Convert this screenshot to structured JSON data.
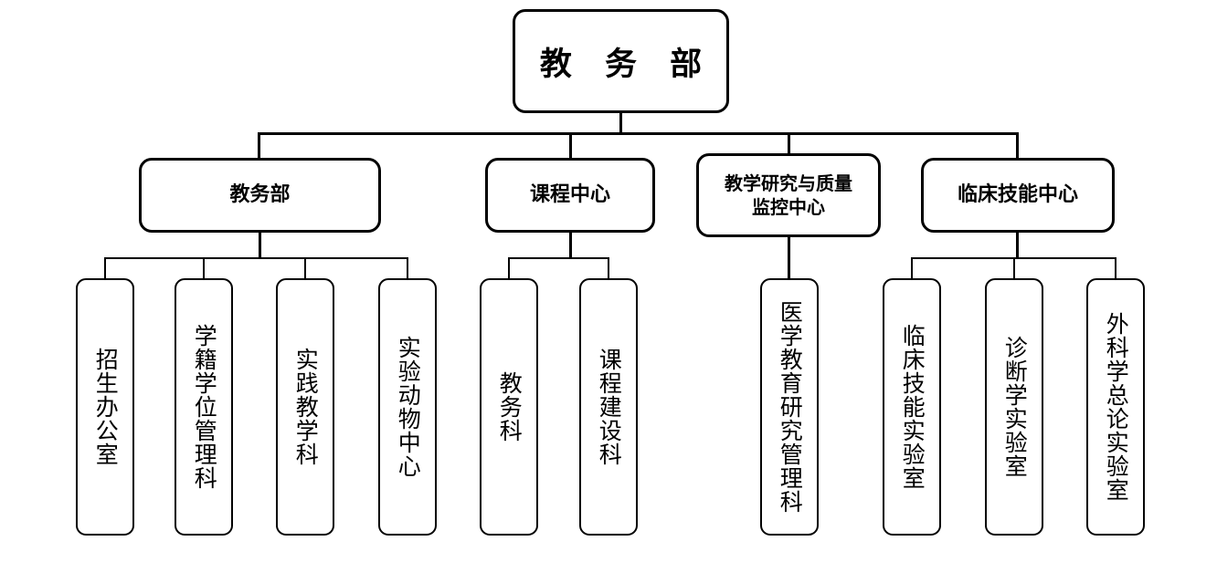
{
  "diagram": {
    "type": "organizational-chart",
    "orientation": "top-down",
    "language": "zh-CN",
    "colors": {
      "background": "#ffffff",
      "line": "#000000",
      "text": "#000000",
      "box_fill": "#ffffff"
    },
    "root": {
      "label": "教 务 部"
    },
    "level2": [
      {
        "label": "教务部"
      },
      {
        "label": "课程中心"
      },
      {
        "label_line1": "教学研究与质量",
        "label_line2": "监控中心"
      },
      {
        "label": "临床技能中心"
      }
    ],
    "leaves": [
      {
        "label": "招生办公室",
        "parent": "教务部"
      },
      {
        "label": "学籍学位管理科",
        "parent": "教务部"
      },
      {
        "label": "实践教学科",
        "parent": "教务部"
      },
      {
        "label": "实验动物中心",
        "parent": "教务部"
      },
      {
        "label": "教务科",
        "parent": "课程中心"
      },
      {
        "label": "课程建设科",
        "parent": "课程中心"
      },
      {
        "label": "医学教育研究管理科",
        "parent": "教学研究与质量监控中心"
      },
      {
        "label": "临床技能实验室",
        "parent": "临床技能中心"
      },
      {
        "label": "诊断学实验室",
        "parent": "临床技能中心"
      },
      {
        "label": "外科学总论实验室",
        "parent": "临床技能中心"
      }
    ]
  }
}
